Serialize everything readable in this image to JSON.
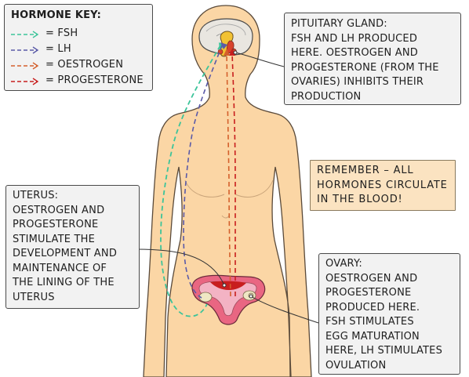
{
  "key": {
    "title": "HORMONE KEY:",
    "items": [
      {
        "label": "= FSH",
        "color": "#3cc49a"
      },
      {
        "label": "= LH",
        "color": "#5a5aa8"
      },
      {
        "label": "= OESTROGEN",
        "color": "#d4602c"
      },
      {
        "label": "= PROGESTERONE",
        "color": "#c81e1e"
      }
    ]
  },
  "pituitary": {
    "lines": [
      "PITUITARY GLAND:",
      "FSH AND LH PRODUCED",
      "HERE. OESTROGEN AND",
      "PROGESTERONE (FROM THE",
      "OVARIES) INHIBITS THEIR",
      "PRODUCTION"
    ]
  },
  "remember": {
    "lines": [
      "REMEMBER – ALL",
      "HORMONES CIRCULATE",
      "IN THE BLOOD!"
    ]
  },
  "uterus": {
    "lines": [
      "UTERUS:",
      "OESTROGEN AND",
      "PROGESTERONE",
      "STIMULATE THE",
      "DEVELOPMENT AND",
      "MAINTENANCE OF",
      "THE LINING OF THE",
      "UTERUS"
    ]
  },
  "ovary": {
    "lines": [
      "OVARY:",
      "OESTROGEN AND",
      "PROGESTERONE",
      "PRODUCED HERE.",
      "FSH STIMULATES",
      "EGG MATURATION",
      "HERE, LH STIMULATES",
      "OVULATION"
    ]
  }
}
